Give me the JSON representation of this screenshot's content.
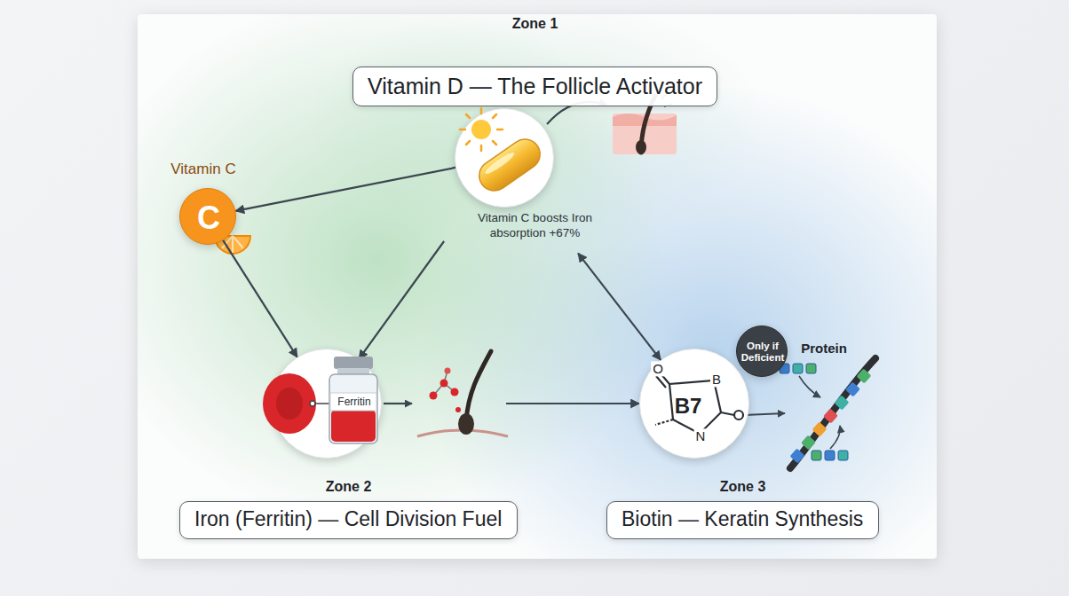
{
  "diagram": {
    "nodes": [
      {
        "text": [
          "Zone 1",
          "Vitamin D — The Follicle Activator"
        ]
      },
      {
        "text": []
      },
      {
        "text": [
          "Vitamin C",
          "C"
        ]
      },
      {
        "text": [
          "Ferritin"
        ]
      },
      {
        "text": [
          "O",
          "B",
          "B7",
          "N"
        ]
      },
      {
        "text": [
          "Only if Deficient"
        ],
        "in": 4
      },
      {
        "text": [
          "Zone 2",
          "Iron (Ferritin) — Cell Division Fuel"
        ]
      },
      {
        "text": [
          "Zone 3",
          "Biotin — Keratin Synthesis"
        ]
      }
    ],
    "edges": [
      {
        "from": 1,
        "to": 2,
        "arrow": "to"
      },
      {
        "from": 2,
        "to": 3,
        "arrow": "to"
      },
      {
        "from": 1,
        "to": 3,
        "arrow": "to"
      },
      {
        "from": 1,
        "to": 4,
        "arrow": "both"
      },
      {
        "from": 3,
        "to": 4,
        "arrow": "to"
      }
    ],
    "labels": [
      "Vitamin C boosts Iron absorption +67%",
      "Protein"
    ]
  }
}
